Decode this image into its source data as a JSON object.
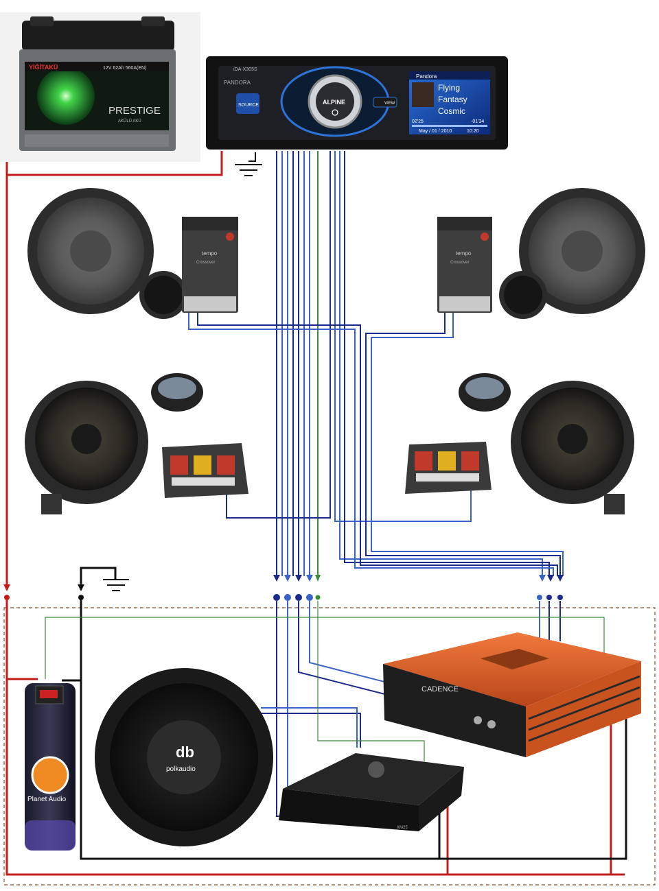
{
  "battery": {
    "brand": "YİĞİTAKÜ",
    "spec_line": "12V 62Ah 560A(EN)",
    "model": "PRESTIGE",
    "model_sub": "AKÜLÜ AKÜ"
  },
  "head_unit": {
    "model": "iDA-X305S",
    "brand": "ALPINE",
    "source_label": "SOURCE",
    "view_label": "VIEW",
    "pandora_label": "PANDORA",
    "screen_app": "Pandora",
    "screen_line1": "Flying",
    "screen_line2": "Fantasy",
    "screen_line3": "Cosmic",
    "elapsed": "02'25",
    "remaining": "-01'34",
    "date": "May / 01 / 2010",
    "clock": "10:20"
  },
  "crossover_front": {
    "brand": "tempo",
    "sub": "Crossover"
  },
  "amp_large": {
    "brand": "CADENCE"
  },
  "amp_small": {
    "model": "XM25"
  },
  "subwoofer": {
    "brand": "polkaudio"
  },
  "capacitor": {
    "brand": "Planet Audio"
  },
  "colors": {
    "power": "#c21d1d",
    "ground": "#111111",
    "rca_dark": "#1a2a8a",
    "rca_light": "#3a63c8",
    "remote": "#3a8a3a",
    "amp_orange": "#e0622a"
  }
}
